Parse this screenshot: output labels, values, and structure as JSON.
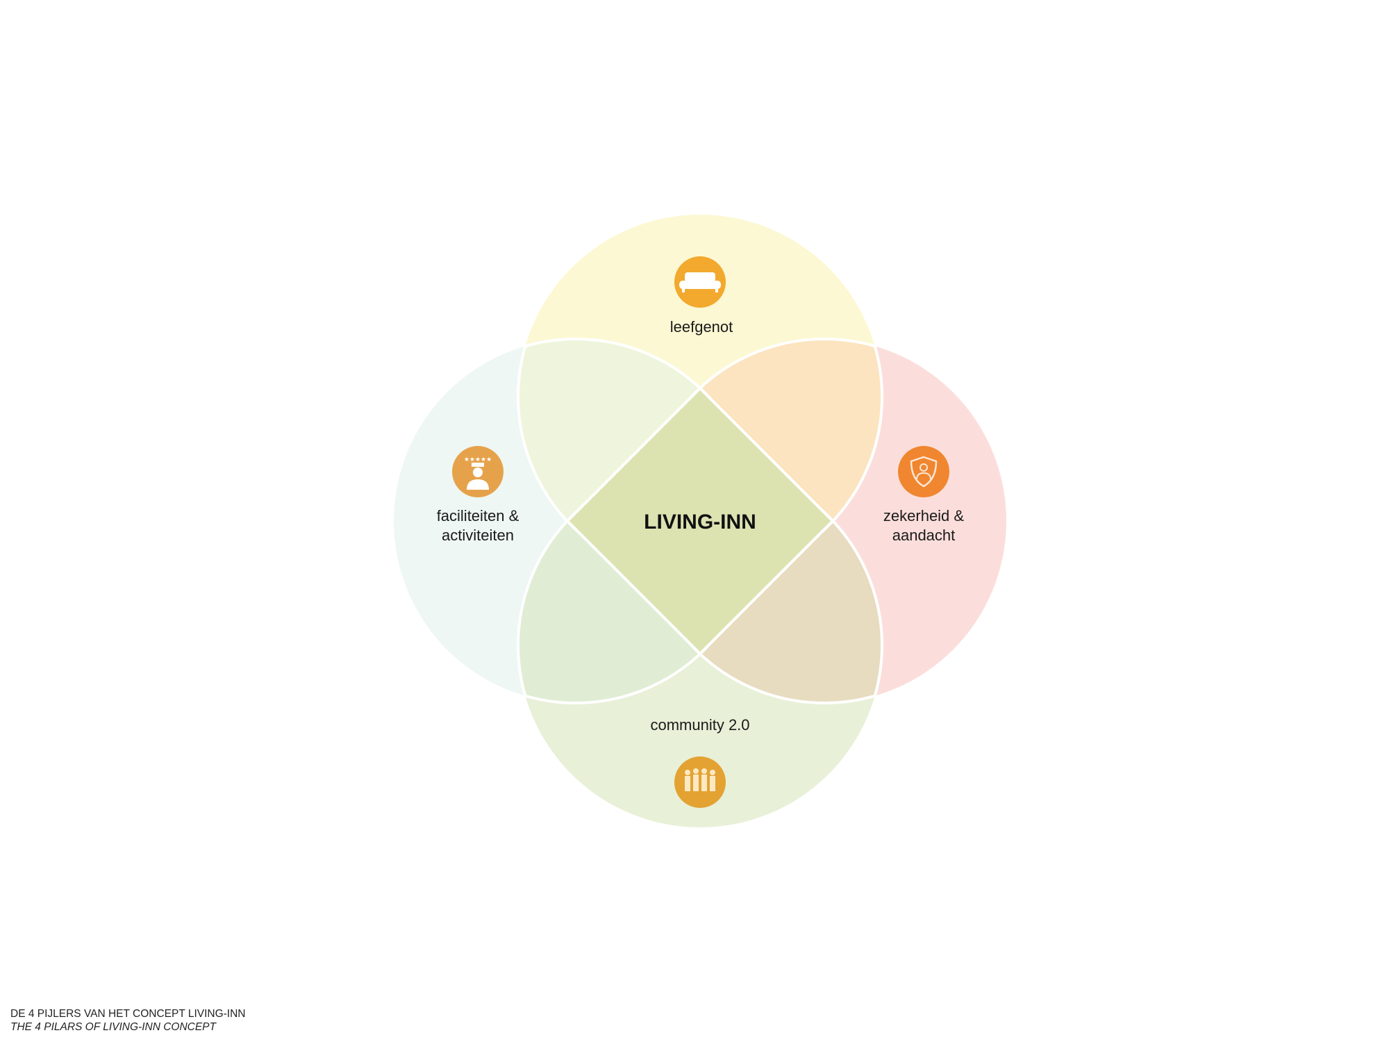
{
  "diagram": {
    "center_label": "LIVING-INN",
    "pillars": {
      "top": {
        "label": "leefgenot",
        "icon": "sofa-icon",
        "color": "#f2a92e"
      },
      "left": {
        "label_line1": "faciliteiten &",
        "label_line2": "activiteiten",
        "icon": "bellboy-icon",
        "color": "#e6a24a"
      },
      "right": {
        "label_line1": "zekerheid &",
        "label_line2": "aandacht",
        "icon": "nurse-shield-icon",
        "color": "#f0862f"
      },
      "bottom": {
        "label": "community 2.0",
        "icon": "family-icon",
        "color": "#e3a232"
      }
    }
  },
  "footer": {
    "title_nl": "DE 4 PIJLERS VAN HET CONCEPT LIVING-INN",
    "title_en": "THE 4 PILARS OF LIVING-INN CONCEPT"
  }
}
